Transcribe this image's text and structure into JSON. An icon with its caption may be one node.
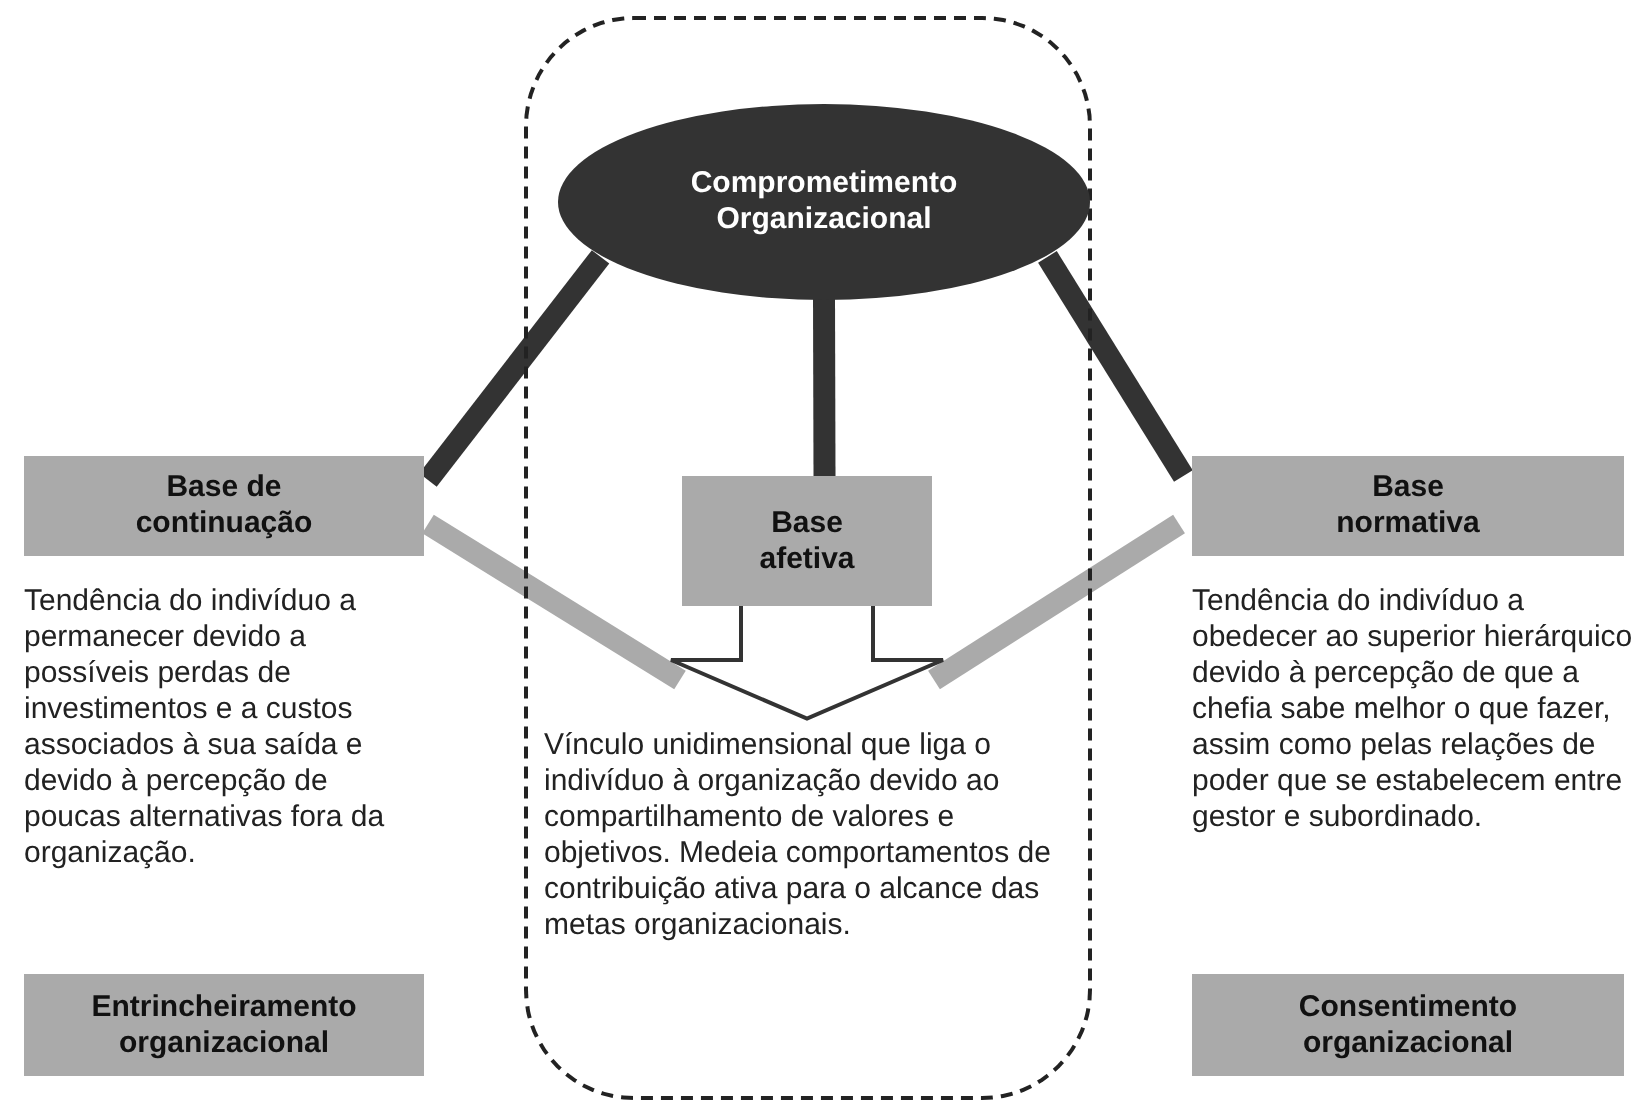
{
  "diagram": {
    "nodes": [
      {
        "text": [],
        "shape": "box"
      },
      {
        "text": [
          "Comprometimento Organizacional"
        ],
        "in": 0
      },
      {
        "text": [
          "Base de continuação"
        ],
        "beside": [
          "Tendência do indivíduo a permanecer devido a possíveis perdas de investimentos e a custos associados à sua saída e devido à percepção de poucas alternativas fora da organização."
        ]
      },
      {
        "text": [
          "Base afetiva"
        ],
        "in": 0
      },
      {
        "text": [
          "Base normativa"
        ],
        "beside": [
          "Tendência do indivíduo a obedecer ao superior hierárquico devido à percepção de que a chefia sabe melhor o que fazer, assim como pelas relações de poder que se estabelecem entre gestor e subordinado."
        ]
      },
      {
        "text": [
          "Entrincheiramento organizacional"
        ]
      },
      {
        "text": [
          "Consentimento organizacional"
        ]
      },
      {
        "text": [
          "Vínculo unidimensional que liga o indivíduo à organização devido ao compartilhamento de valores e objetivos. Medeia comportamentos de contribuição ativa para o alcance das metas organizacionais."
        ],
        "in": 0
      }
    ],
    "edges": [
      {
        "from": 1,
        "to": 2,
        "arrow": "none"
      },
      {
        "from": 1,
        "to": 3,
        "arrow": "none"
      },
      {
        "from": 1,
        "to": 4,
        "arrow": "none"
      },
      {
        "from": 2,
        "to": null,
        "arrow": "none",
        "color": "#aaaaaa"
      },
      {
        "from": 4,
        "to": null,
        "arrow": "none",
        "color": "#aaaaaa"
      },
      {
        "from": 3,
        "to": 7,
        "arrow": "to"
      }
    ]
  }
}
